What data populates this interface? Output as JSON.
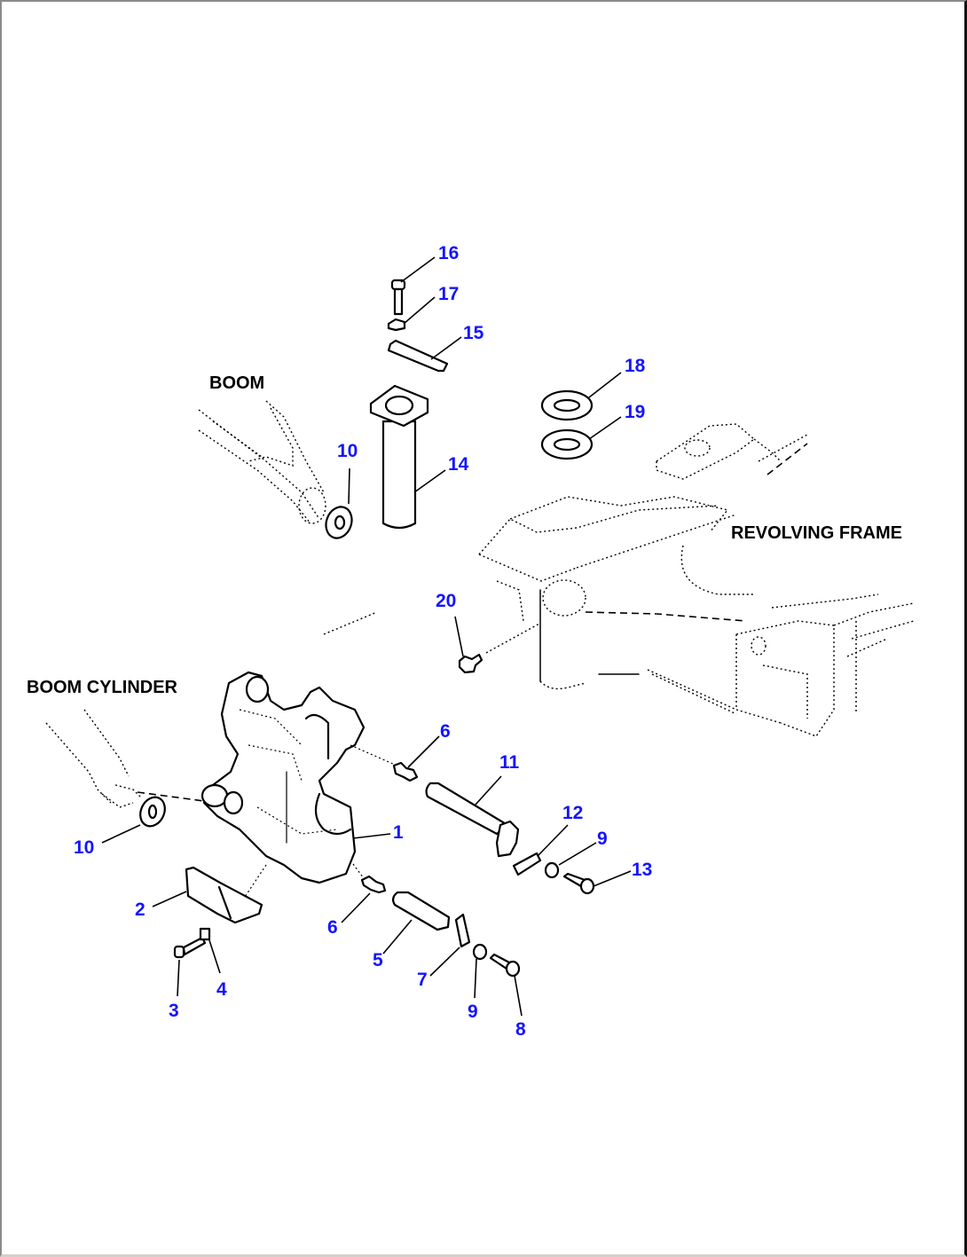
{
  "diagram": {
    "type": "exploded parts diagram",
    "colors": {
      "callout": "#1414ff",
      "label": "#000000",
      "line": "#000000",
      "background": "#ffffff"
    },
    "labels": {
      "boom": "BOOM",
      "revolving_frame": "REVOLVING FRAME",
      "boom_cylinder": "BOOM CYLINDER"
    },
    "callouts": {
      "c1": "1",
      "c2": "2",
      "c3": "3",
      "c4": "4",
      "c5": "5",
      "c6a": "6",
      "c6b": "6",
      "c7": "7",
      "c8": "8",
      "c9a": "9",
      "c9b": "9",
      "c10a": "10",
      "c10b": "10",
      "c11": "11",
      "c12": "12",
      "c13": "13",
      "c14": "14",
      "c15": "15",
      "c16": "16",
      "c17": "17",
      "c18": "18",
      "c19": "19",
      "c20": "20"
    }
  }
}
